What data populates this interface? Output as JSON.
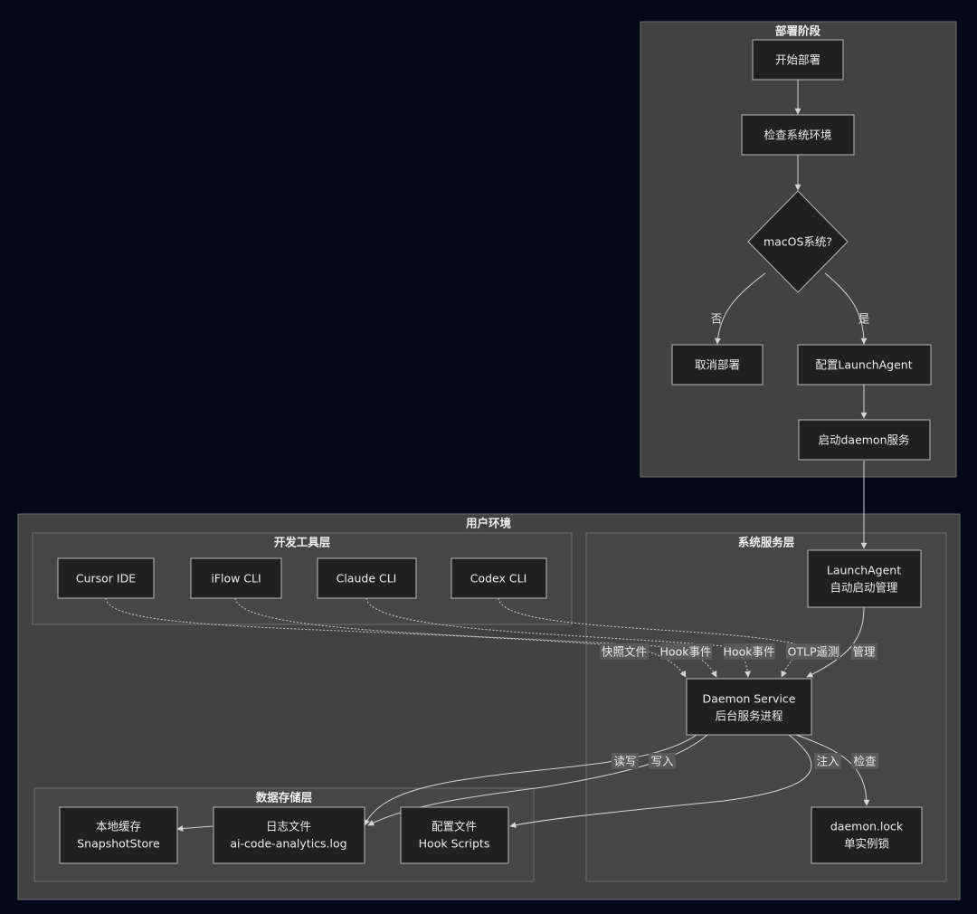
{
  "clusters": {
    "deploy": "部署阶段",
    "user_env": "用户环境",
    "dev_tools": "开发工具层",
    "sys_service": "系统服务层",
    "storage": "数据存储层"
  },
  "nodes": {
    "start": "开始部署",
    "check": "检查系统环境",
    "decision": "macOS系统?",
    "cancel": "取消部署",
    "config_agent": "配置LaunchAgent",
    "start_daemon": "启动daemon服务",
    "cursor": "Cursor IDE",
    "iflow": "iFlow CLI",
    "claude": "Claude CLI",
    "codex": "Codex CLI",
    "launch_agent": [
      "LaunchAgent",
      "自动启动管理"
    ],
    "daemon": [
      "Daemon Service",
      "后台服务进程"
    ],
    "cache": [
      "本地缓存",
      "SnapshotStore"
    ],
    "log": [
      "日志文件",
      "ai-code-analytics.log"
    ],
    "config_file": [
      "配置文件",
      "Hook Scripts"
    ],
    "lock": [
      "daemon.lock",
      "单实例锁"
    ]
  },
  "edge_labels": {
    "no": "否",
    "yes": "是",
    "snapshot": "快照文件",
    "hook1": "Hook事件",
    "hook2": "Hook事件",
    "otlp": "OTLP遥测",
    "manage": "管理",
    "readwrite": "读写",
    "write": "写入",
    "inject": "注入",
    "check": "检查"
  },
  "colors": {
    "background": "#04091a",
    "cluster_fill": "#424242",
    "node_fill": "#202020",
    "edge": "#d4d4d4"
  }
}
